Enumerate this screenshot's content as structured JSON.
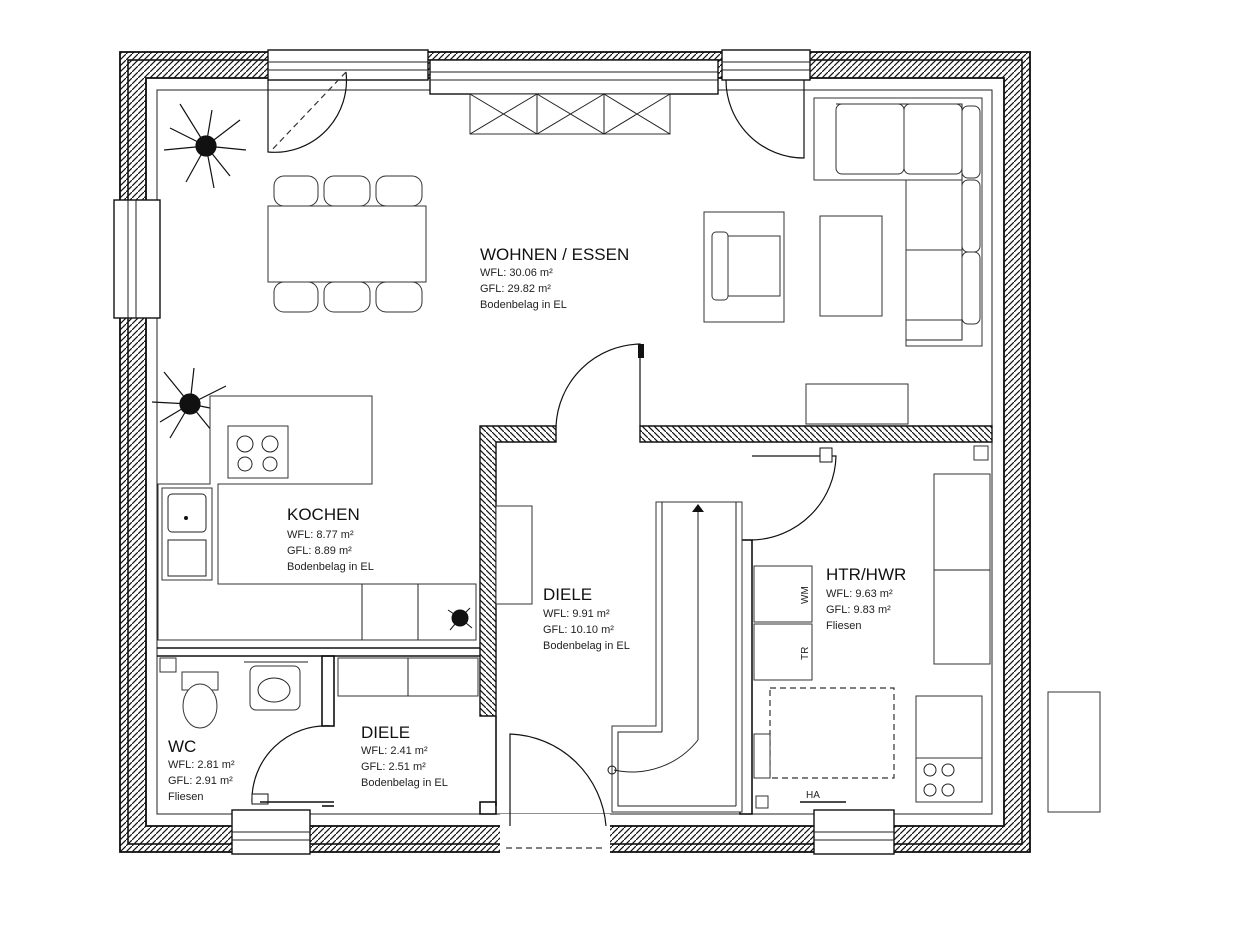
{
  "rooms": {
    "wohnen": {
      "name": "WOHNEN / ESSEN",
      "wfl": "WFL: 30.06 m²",
      "gfl": "GFL: 29.82 m²",
      "floor": "Bodenbelag in EL"
    },
    "kochen": {
      "name": "KOCHEN",
      "wfl": "WFL: 8.77 m²",
      "gfl": "GFL: 8.89 m²",
      "floor": "Bodenbelag in EL"
    },
    "diele_main": {
      "name": "DIELE",
      "wfl": "WFL: 9.91 m²",
      "gfl": "GFL: 10.10 m²",
      "floor": "Bodenbelag in EL"
    },
    "htr": {
      "name": "HTR/HWR",
      "wfl": "WFL: 9.63 m²",
      "gfl": "GFL: 9.83 m²",
      "floor": "Fliesen"
    },
    "wc": {
      "name": "WC",
      "wfl": "WFL: 2.81 m²",
      "gfl": "GFL: 2.91 m²",
      "floor": "Fliesen"
    },
    "diele_small": {
      "name": "DIELE",
      "wfl": "WFL: 2.41 m²",
      "gfl": "GFL: 2.51 m²",
      "floor": "Bodenbelag in EL"
    }
  },
  "appliance_labels": {
    "washer": "WM",
    "dryer": "TR",
    "connection": "HA"
  },
  "colors": {
    "line": "#111111",
    "background": "#ffffff"
  }
}
